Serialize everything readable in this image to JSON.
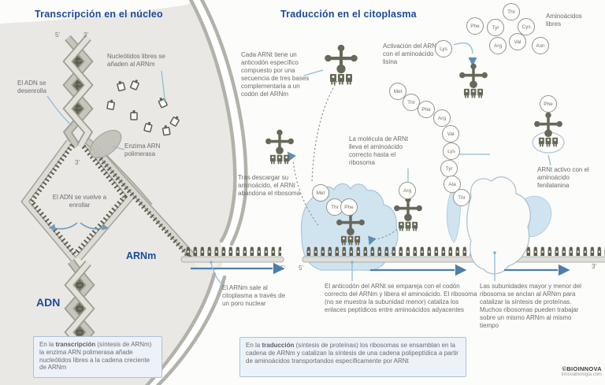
{
  "titles": {
    "transcription": "Transcripción en el núcleo",
    "translation": "Traducción en el citoplasma"
  },
  "labels": {
    "adn": "ADN",
    "arnm": "ARNm",
    "five_top": "5'",
    "three_top": "3'",
    "three_mid": "3'",
    "five_seg1": "5'",
    "five_seg2": "5'",
    "three_end": "3'",
    "free_aminoacids": "Aminoácidos libres"
  },
  "annotations": {
    "unwind": "El ADN se desenrolla",
    "free_nucleotides": "Nucleótidos libres se añaden al ARNm",
    "polymerase": "Enzima ARN polimerasa",
    "rewind": "El ADN se vuelve a enrollar",
    "exit_pore": "El ARNm sale al citoplasma a través de un poro nuclear",
    "anticodon": "Cada ARNt tiene un anticodón específico compuesto por una secuencia de tres bases complementaria a un codón del ARNm",
    "activation": "Activación del ARNt con el aminoácido lisina",
    "unload": "Tras descargar su aminoácido, el ARNt abandona el ribosoma",
    "delivery": "La molécula de ARNt lleva el aminoácido correcto hasta el ribosoma",
    "active_trna": "ARNt activo con el aminoácido fenilalanina",
    "pairing": "El anticodón del ARNt se empareja con el codón correcto del ARNm y libera el aminoácido. El ribosoma (no se muestra la subunidad menor) cataliza los enlaces peptídicos entre aminoácidos adyacentes",
    "subunits": "Las subunidades mayor y menor del ribosoma se anclan al ARNm para catalizar la síntesis de proteínas. Muchos ribosomas pueden trabajar sobre un mismo ARNm al mismo tiempo"
  },
  "captions": {
    "transcription": {
      "pre": "En la ",
      "bold": "transcripción",
      "post": " (síntesis de ARNm) la enzima ARN polimerasa añade nucleótidos libres a la cadena creciente de ARNm"
    },
    "translation": {
      "pre": "En la ",
      "bold": "traducción",
      "post": " (síntesis de proteínas) los ribosomas se ensamblan en la cadena de ARNm y catalizan la síntesis de una cadena polipeptídica a partir de aminoácidos transportandos específicamente por ARNt"
    }
  },
  "amino_acids": {
    "free": [
      "Thr",
      "Phe",
      "Tyr",
      "Cys",
      "Arg",
      "Val",
      "Asn"
    ],
    "activation": "Lys",
    "chain": [
      "Met",
      "Thr",
      "Phe",
      "Arg",
      "Val",
      "Lys",
      "Tyr",
      "Ala",
      "Thr"
    ],
    "ribosome": [
      "Met",
      "Thr",
      "Phe"
    ],
    "delivery": "Arg",
    "active": "Phe"
  },
  "credit": {
    "name": "©BIOINNOVA",
    "site": "innovabiologia.com"
  },
  "colors": {
    "accent": "#1c4a9c",
    "text": "#6b6c6e",
    "trna": "#68685a",
    "ribosome": "#cfe3ef",
    "membrane": "#b2b2aa",
    "arrow": "#4d7fa8",
    "leader": "#8fbdd3"
  }
}
